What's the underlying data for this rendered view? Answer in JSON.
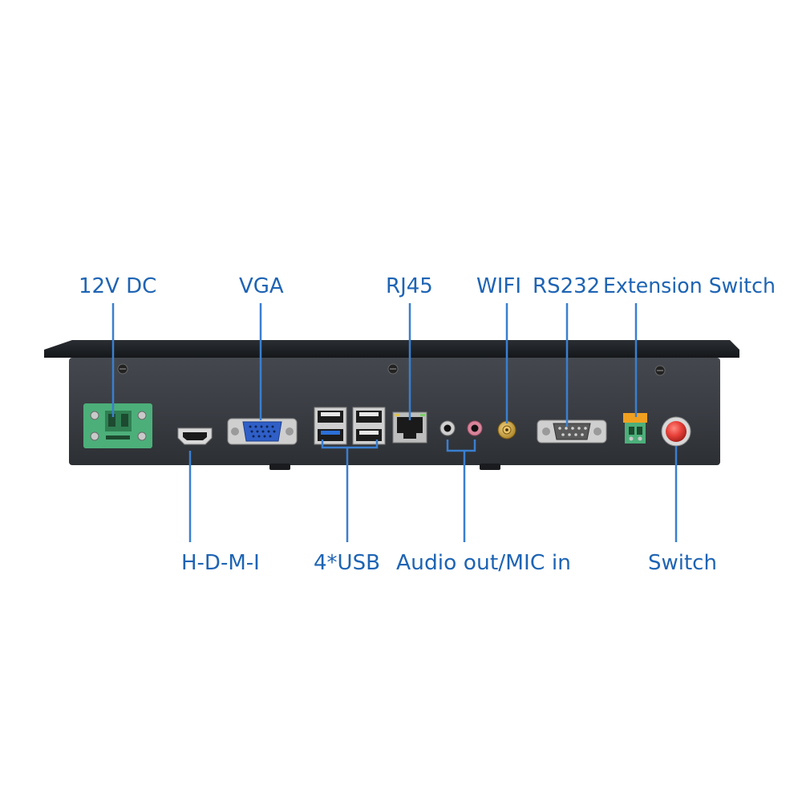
{
  "labels": {
    "dc_power": "12V DC",
    "vga": "VGA",
    "rj45": "RJ45",
    "wifi": "WIFI",
    "rs232": "RS232",
    "extension_switch": "Extension Switch",
    "hdmi": "H-D-M-I",
    "usb": "4*USB",
    "audio": "Audio out/MIC in",
    "switch": "Switch"
  },
  "colors": {
    "label_text": "#1e64b4",
    "leader_line": "#3a7fd0",
    "chassis_body": "#3c3f44",
    "chassis_top": "#23252a",
    "terminal_green": "#4caf7a",
    "vga_blue": "#2f5fc7",
    "usb3_blue": "#2b6fd6",
    "mic_pink": "#d8849a",
    "wifi_gold": "#c8a038",
    "ext_terminal_orange": "#f0a020",
    "switch_red": "#e8413a"
  }
}
